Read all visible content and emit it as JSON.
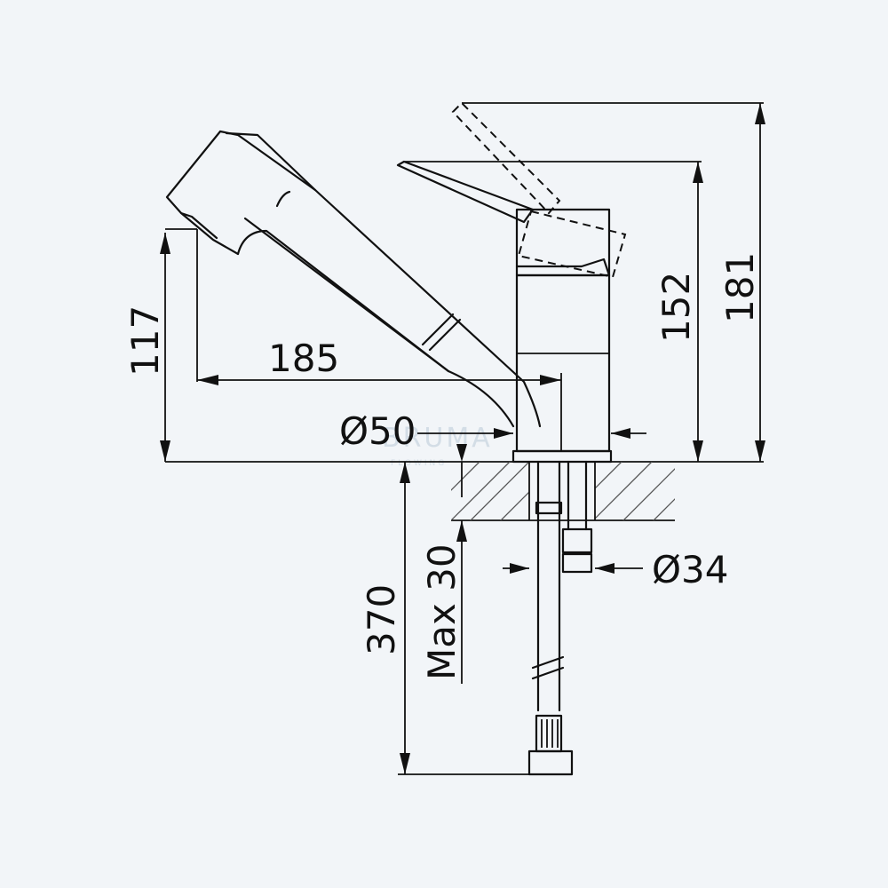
{
  "dimensions": {
    "spout_height": "117",
    "spout_reach": "185",
    "lever_height": "152",
    "total_height": "181",
    "base_diameter": "Ø50",
    "hole_diameter": "Ø34",
    "hose_length": "370",
    "max_counter_thickness": "Max 30"
  },
  "watermark": {
    "brand": "BRUMA",
    "tagline": "FLOWING"
  },
  "colors": {
    "background": "#f2f5f8",
    "line": "#111111",
    "watermark": "#d3dde6"
  }
}
